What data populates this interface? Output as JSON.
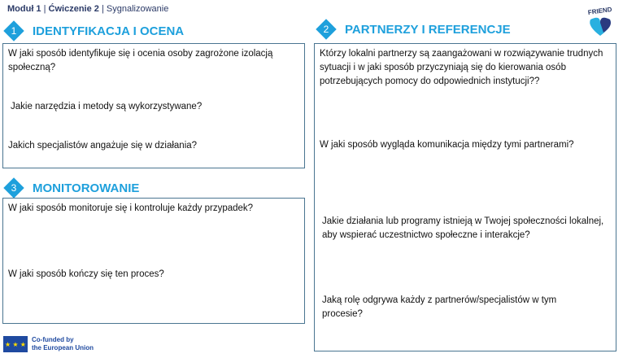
{
  "breadcrumb": {
    "module": "Moduł 1",
    "sep1": " | ",
    "exercise": "Ćwiczenie 2",
    "sep2": " | ",
    "topic": "Sygnalizowanie"
  },
  "sections": [
    {
      "number": "1",
      "title": "IDENTYFIKACJA I OCENA",
      "questions": [
        "W jaki sposób identyfikuje się i ocenia osoby zagrożone izolacją społeczną?",
        "Jakie narzędzia i metody są wykorzystywane?",
        "Jakich specjalistów angażuje się w działania?"
      ]
    },
    {
      "number": "2",
      "title": "PARTNERZY I REFERENCJE",
      "questions": [
        "Którzy lokalni partnerzy są zaangażowani w rozwiązywanie trudnych sytuacji i w jaki sposób przyczyniają się do kierowania osób potrzebujących pomocy do odpowiednich instytucji??",
        "W jaki sposób wygląda komunikacja między tymi partnerami?",
        "Jakie działania lub programy istnieją w Twojej społeczności lokalnej, aby wspierać uczestnictwo społeczne i interakcje?",
        "Jaką rolę odgrywa każdy z partnerów/specjalistów w tym procesie?"
      ]
    },
    {
      "number": "3",
      "title": "MONITOROWANIE",
      "questions": [
        "W jaki sposób monitoruje się i kontroluje każdy przypadek?",
        "W jaki sposób kończy się ten proces?"
      ]
    }
  ],
  "logo_text": "FRIEND",
  "eu": {
    "line1": "Co-funded by",
    "line2": "the European Union"
  },
  "colors": {
    "accent": "#1ea0dc",
    "border": "#4a7591"
  }
}
